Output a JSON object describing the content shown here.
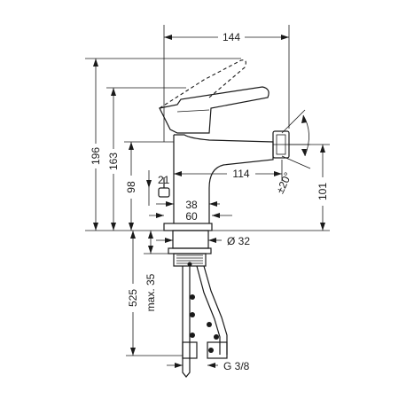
{
  "dimensions": {
    "width_total": "144",
    "height_total": "196",
    "height_spout": "163",
    "height_base": "98",
    "rod_height": "21",
    "reach": "114",
    "base_inner": "38",
    "base_outer": "60",
    "thread_diameter": "Ø 32",
    "right_height": "101",
    "swivel_angle": "±20°",
    "hose_length": "525",
    "max_thickness": "max. 35",
    "connection": "G 3/8"
  }
}
